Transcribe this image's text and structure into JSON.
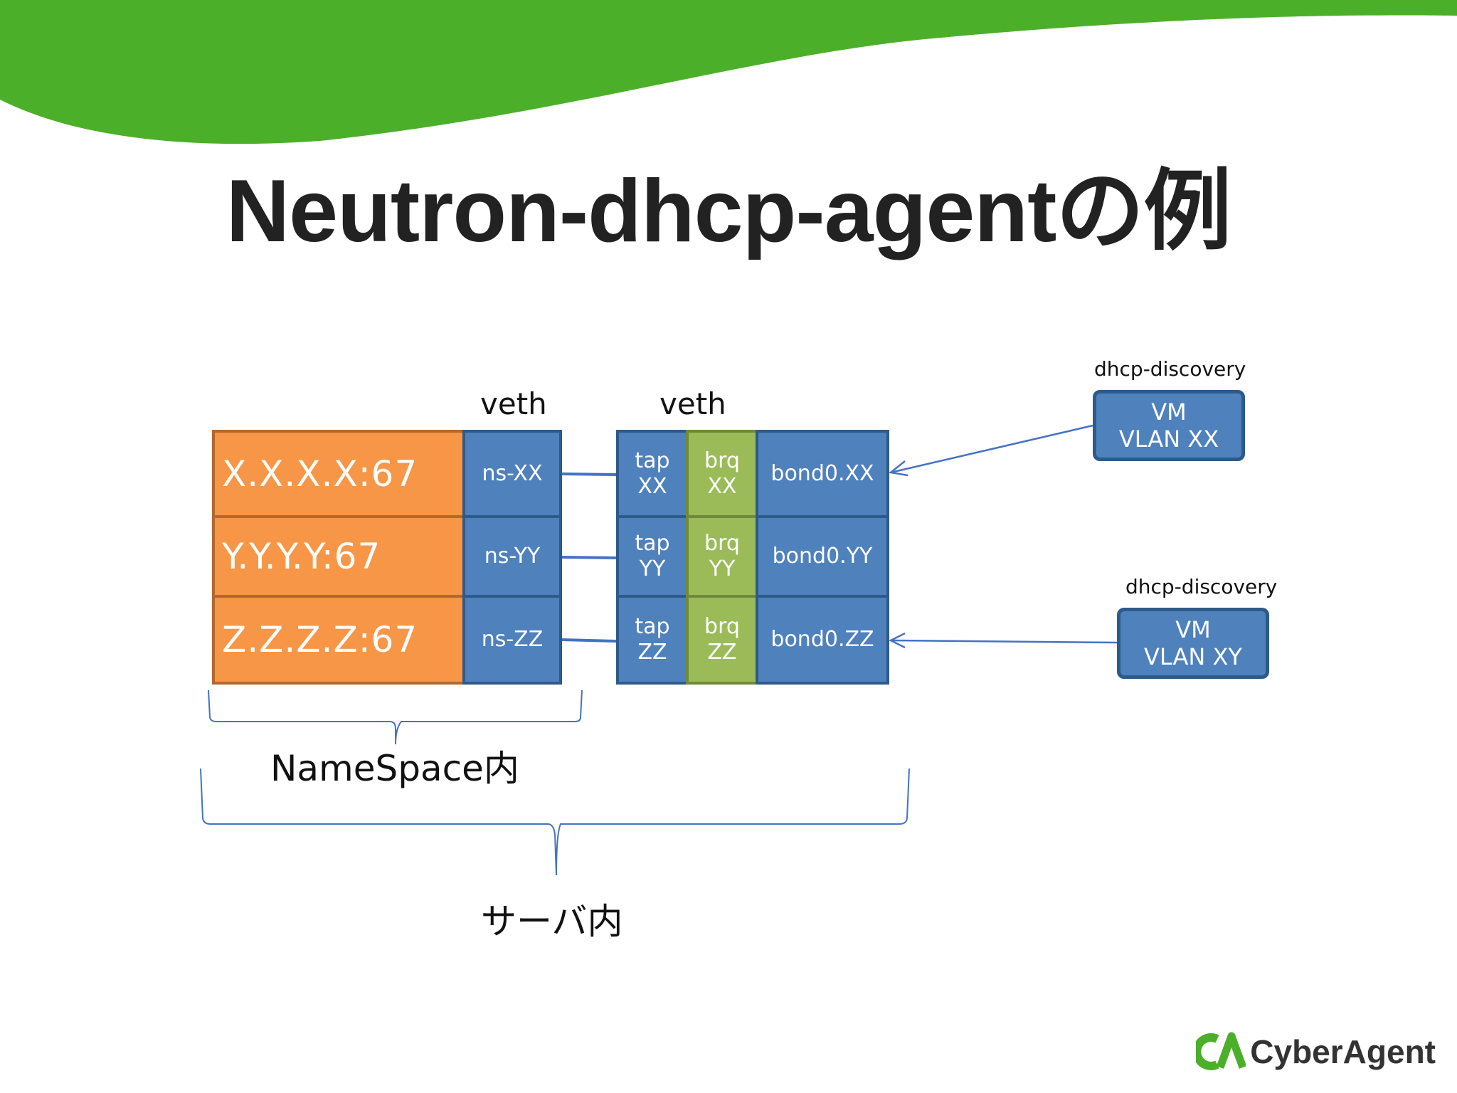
{
  "title": "Neutron-dhcp-agentの例",
  "labels": {
    "veth_left": "veth",
    "veth_right": "veth",
    "discovery_top": "dhcp-discovery",
    "discovery_bottom": "dhcp-discovery",
    "namespace": "NameSpace内",
    "server": "サーバ内"
  },
  "namespace_rows": [
    {
      "ip": "X.X.X.X:67",
      "ns": "ns-XX"
    },
    {
      "ip": "Y.Y.Y.Y:67",
      "ns": "ns-YY"
    },
    {
      "ip": "Z.Z.Z.Z:67",
      "ns": "ns-ZZ"
    }
  ],
  "bridge_rows": [
    {
      "tap1": "tap",
      "tap2": "XX",
      "brq1": "brq",
      "brq2": "XX",
      "bond": "bond0.XX"
    },
    {
      "tap1": "tap",
      "tap2": "YY",
      "brq1": "brq",
      "brq2": "YY",
      "bond": "bond0.YY"
    },
    {
      "tap1": "tap",
      "tap2": "ZZ",
      "brq1": "brq",
      "brq2": "ZZ",
      "bond": "bond0.ZZ"
    }
  ],
  "vms": [
    {
      "line1": "VM",
      "line2": "VLAN XX"
    },
    {
      "line1": "VM",
      "line2": "VLAN XY"
    }
  ],
  "logo": {
    "text": "CyberAgent"
  },
  "colors": {
    "banner_green": "#4CAF2A",
    "namespace_orange": "#F79646",
    "iface_blue": "#4F81BD",
    "bridge_green": "#9BBB59",
    "arrow_blue": "#4472C4"
  }
}
